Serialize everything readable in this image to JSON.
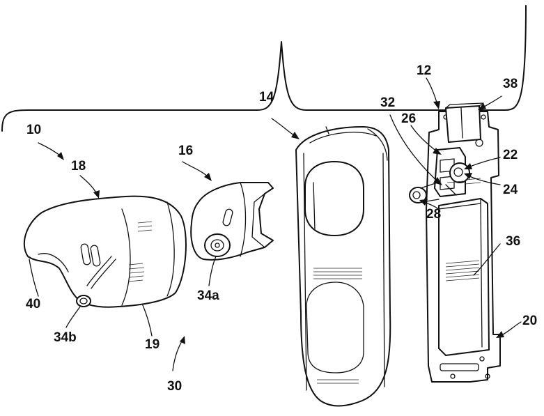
{
  "labels": {
    "l10": "10",
    "l12": "12",
    "l14": "14",
    "l16": "16",
    "l18": "18",
    "l19": "19",
    "l20": "20",
    "l22": "22",
    "l24": "24",
    "l26": "26",
    "l28": "28",
    "l30": "30",
    "l32": "32",
    "l34a": "34a",
    "l34b": "34b",
    "l36": "36",
    "l38": "38",
    "l40": "40"
  }
}
